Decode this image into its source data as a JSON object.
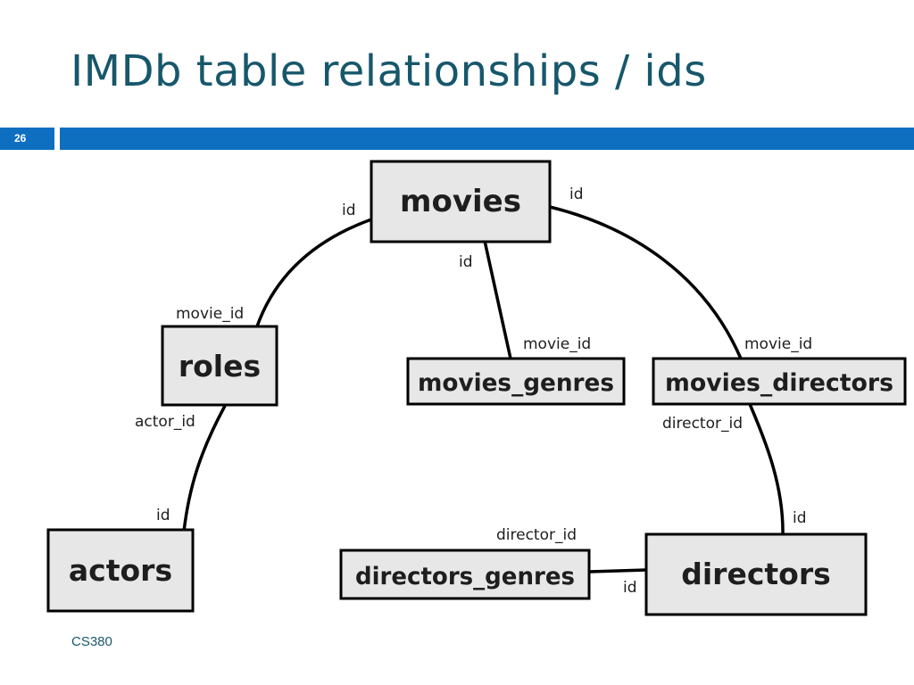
{
  "slide": {
    "title": "IMDb table relationships / ids",
    "number": "26",
    "footer": "CS380"
  },
  "colors": {
    "accent": "#0e6fc1",
    "title": "#17576b",
    "box_fill": "#e7e7e8"
  },
  "tables": {
    "movies": "movies",
    "roles": "roles",
    "movies_genres": "movies_genres",
    "movies_directors": "movies_directors",
    "actors": "actors",
    "directors_genres": "directors_genres",
    "directors": "directors"
  },
  "keys": {
    "movies_left_id": "id",
    "movies_right_id": "id",
    "movies_bottom_id": "id",
    "roles_movie_id": "movie_id",
    "roles_actor_id": "actor_id",
    "movies_genres_movie_id": "movie_id",
    "movies_directors_movie_id": "movie_id",
    "movies_directors_director_id": "director_id",
    "actors_id": "id",
    "directors_top_id": "id",
    "directors_left_id": "id",
    "directors_genres_director_id": "director_id"
  }
}
